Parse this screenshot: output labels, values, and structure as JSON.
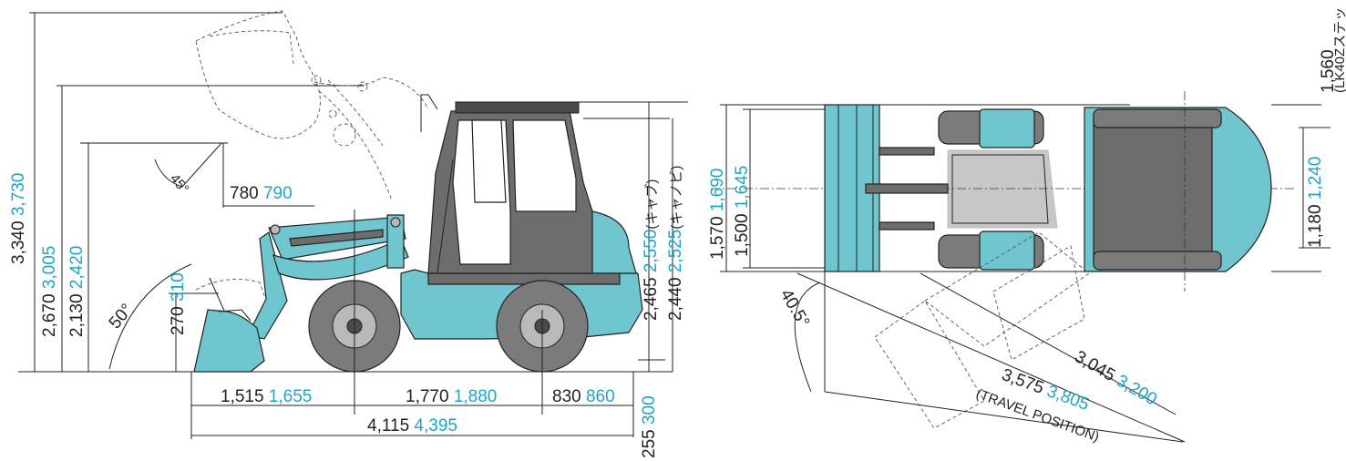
{
  "dimensions": {
    "h_max": {
      "std": "3,340",
      "alt": "3,730"
    },
    "h_pin": {
      "std": "2,670",
      "alt": "3,005"
    },
    "h_dump": {
      "std": "2,130",
      "alt": "2,420"
    },
    "reach": {
      "std": "780",
      "alt": "790"
    },
    "dump_angle": "45°",
    "rollback_angle": "50°",
    "dig_depth": {
      "std": "270",
      "alt": "310"
    },
    "front_len": {
      "std": "1,515",
      "alt": "1,655"
    },
    "wheelbase": {
      "std": "1,770",
      "alt": "1,880"
    },
    "rear_overhang": {
      "std": "830",
      "alt": "860"
    },
    "overall_len": {
      "std": "4,115",
      "alt": "4,395"
    },
    "ground_clear": {
      "std": "255",
      "alt": "300"
    },
    "h_cab": {
      "std": "2,465",
      "alt": "2,550",
      "note": "(キャブ)"
    },
    "h_canopy": {
      "std": "2,440",
      "alt": "2,525",
      "note": "(キャノピ)"
    },
    "bucket_w": {
      "std": "1,570",
      "alt": "1,690"
    },
    "overall_w": {
      "std": "1,500",
      "alt": "1,645"
    },
    "steer_angle": "40.5°",
    "turn_r_inner": {
      "std": "3,045",
      "alt": "3,200"
    },
    "turn_r_outer": {
      "std": "3,575",
      "alt": "3,805"
    },
    "travel_note": "(TRAVEL POSITION)",
    "tread_a": {
      "std": "1,180",
      "alt": "1,240"
    },
    "cab_w": "1,560",
    "cab_w_note": "(LK40Zステッ"
  },
  "colors": {
    "primary": "#222222",
    "accent": "#1fa4c8",
    "body": "#6fc6cf"
  }
}
